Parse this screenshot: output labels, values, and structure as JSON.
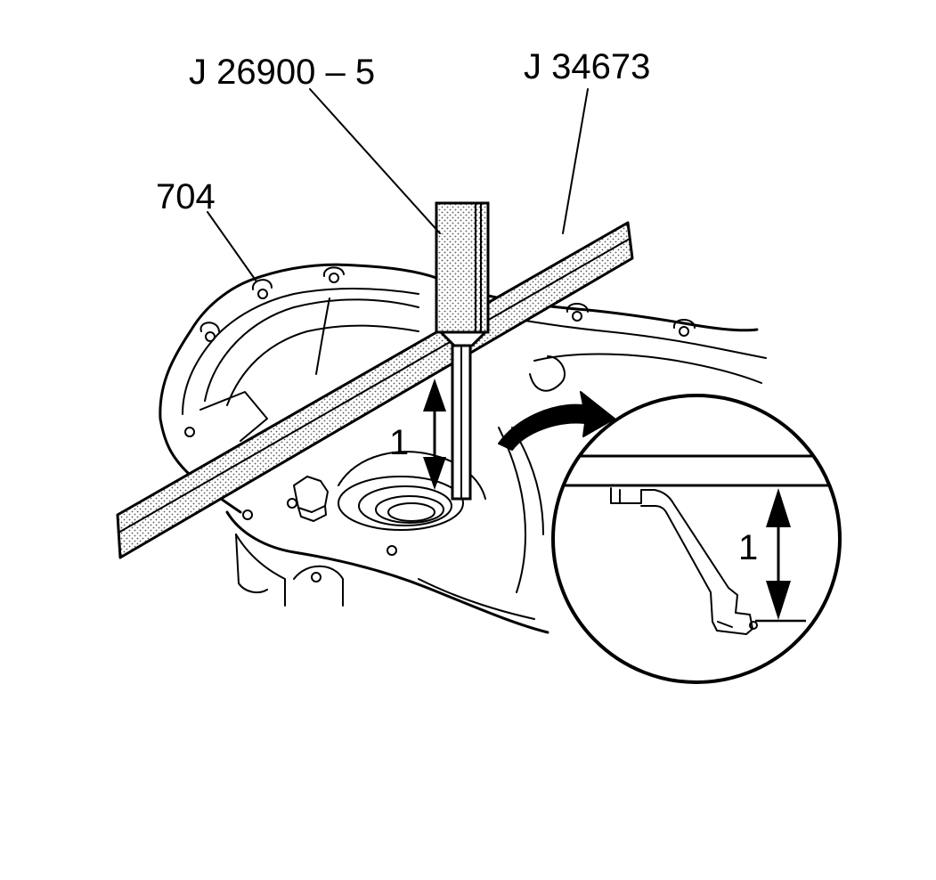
{
  "labels": {
    "tool_gauge": "J 26900 – 5",
    "tool_bar": "J 34673",
    "part_case": "704",
    "dimension_main": "1",
    "dimension_detail": "1"
  },
  "colors": {
    "ink": "#000000",
    "paper": "#ffffff",
    "stipple": "#bdbdbd"
  }
}
